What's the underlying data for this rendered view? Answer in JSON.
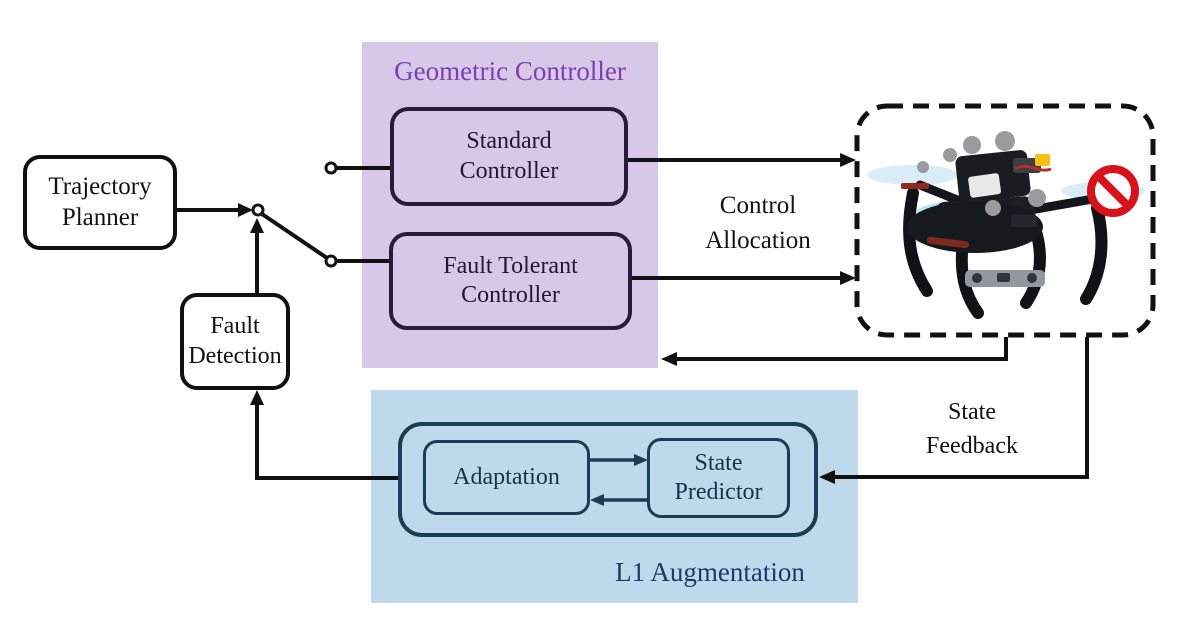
{
  "regions": {
    "geometric_controller": {
      "label": "Geometric Controller"
    },
    "l1_augmentation": {
      "label": "L1 Augmentation"
    }
  },
  "nodes": {
    "trajectory_planner": {
      "line1": "Trajectory",
      "line2": "Planner"
    },
    "fault_detection": {
      "line1": "Fault",
      "line2": "Detection"
    },
    "standard_controller": {
      "line1": "Standard",
      "line2": "Controller"
    },
    "fault_tolerant_controller": {
      "line1": "Fault Tolerant",
      "line2": "Controller"
    },
    "adaptation": {
      "label": "Adaptation"
    },
    "state_predictor": {
      "line1": "State",
      "line2": "Predictor"
    }
  },
  "edge_labels": {
    "control_allocation": {
      "line1": "Control",
      "line2": "Allocation"
    },
    "state_feedback": {
      "line1": "State",
      "line2": "Feedback"
    }
  },
  "plant": {
    "content": "quadrotor photo with one rotor marked failed",
    "fault_icon": "no-entry-icon"
  },
  "colors": {
    "purple_region_bg": "#D7C7E8",
    "purple_heading": "#7B3FAF",
    "purple_box_border": "#2A1A3E",
    "blue_region_bg": "#BFD9EC",
    "blue_heading": "#1C3A6B",
    "blue_box_border": "#1D3B52",
    "line_black": "#111111",
    "no_entry_red": "#D8121A"
  }
}
